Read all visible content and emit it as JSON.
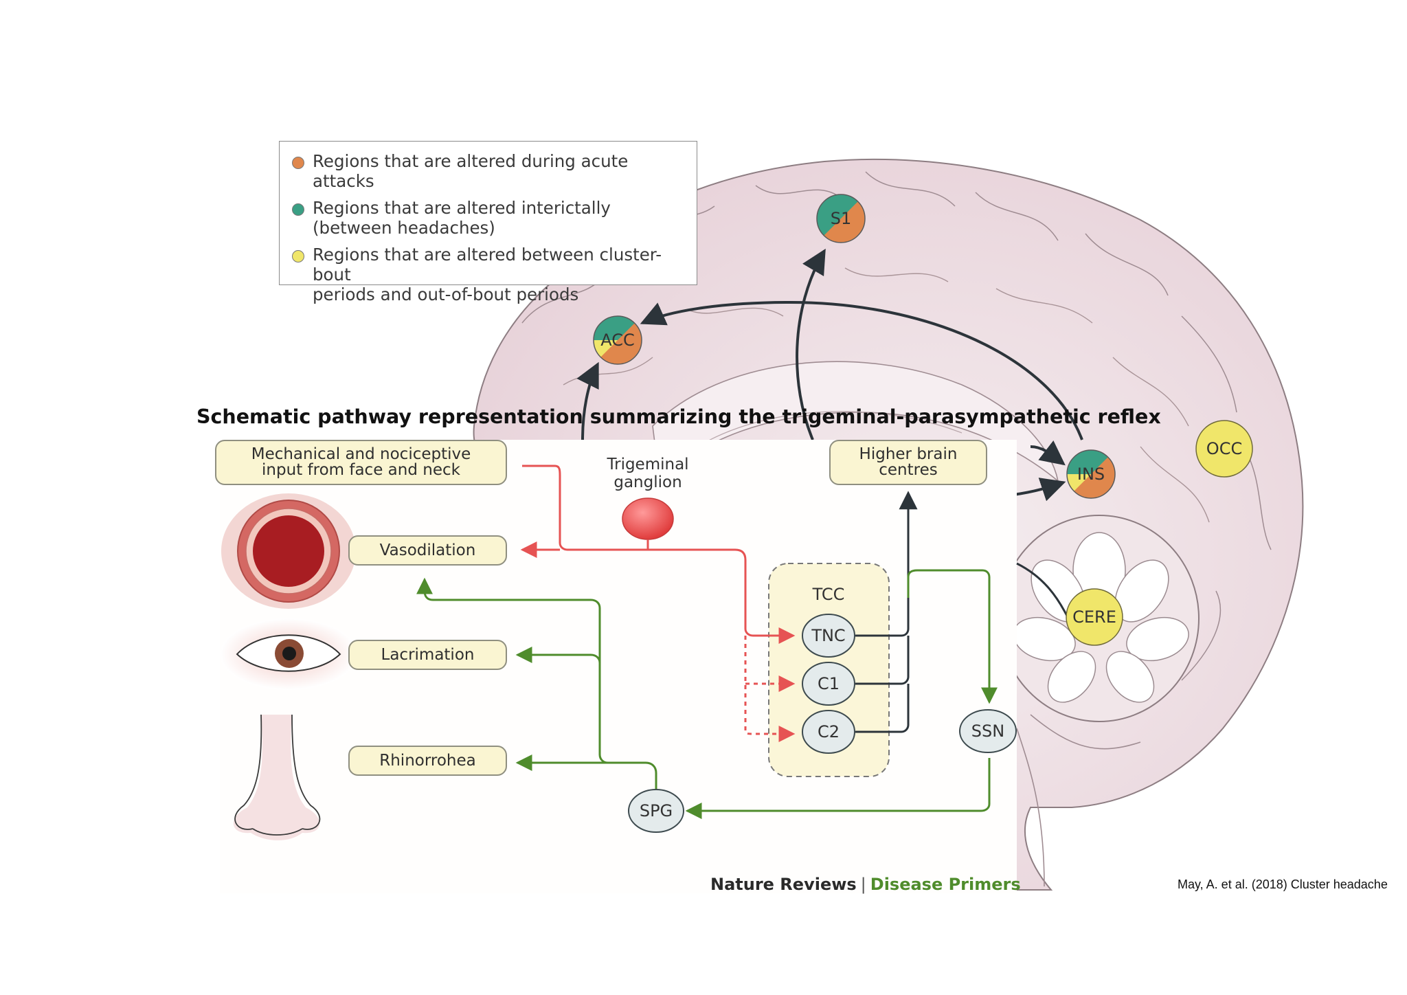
{
  "colors": {
    "attack": "#e0874c",
    "interictal": "#3a9f84",
    "bout": "#f0e66a",
    "afferent_red": "#e65353",
    "efferent_green": "#4f8c2c",
    "central_dark": "#2c343a",
    "box_fill": "#faf5d2",
    "brain_fill": "#ecd9df"
  },
  "legend": {
    "items": [
      {
        "color_key": "attack",
        "text": "Regions that are altered during acute attacks"
      },
      {
        "color_key": "interictal",
        "text": "Regions that are altered interictally\n(between headaches)"
      },
      {
        "color_key": "bout",
        "text": "Regions that are altered between cluster-bout\nperiods and out-of-bout periods"
      }
    ]
  },
  "brain_regions": {
    "s1": "S1",
    "acc": "ACC",
    "ins": "INS",
    "occ": "OCC",
    "cere": "CERE"
  },
  "heading": "Schematic pathway representation summarizing the trigeminal-parasympathetic reflex",
  "boxes": {
    "mechanical": "Mechanical and nociceptive\ninput from face and neck",
    "higher": "Higher brain\ncentres",
    "vasodilation": "Vasodilation",
    "lacrimation": "Lacrimation",
    "rhinorrhoea": "Rhinorrohea"
  },
  "trigeminal_ganglion": "Trigeminal\nganglion",
  "tcc": {
    "label": "TCC",
    "nodes": {
      "tnc": "TNC",
      "c1": "C1",
      "c2": "C2"
    }
  },
  "nuclei": {
    "ssn": "SSN",
    "spg": "SPG"
  },
  "footer": {
    "brand": "Nature Reviews",
    "separator": "|",
    "series": "Disease Primers"
  },
  "citation": "May, A. et al. (2018) Cluster headache"
}
